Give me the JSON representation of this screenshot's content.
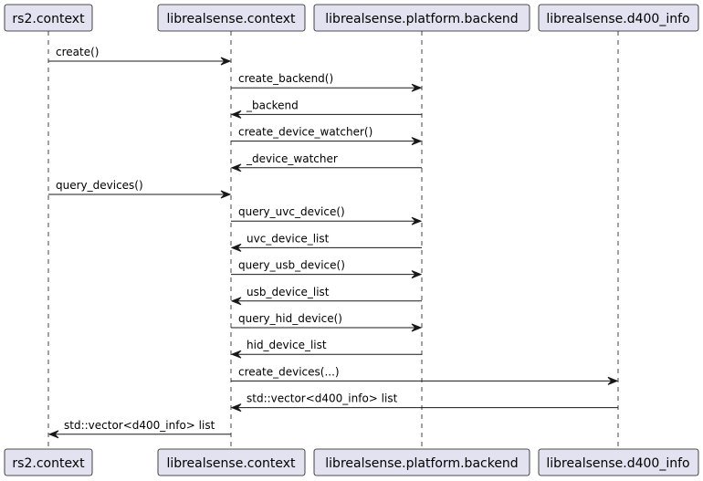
{
  "participants": [
    {
      "id": "rs2",
      "label": "rs2.context"
    },
    {
      "id": "ctx",
      "label": "librealsense.context"
    },
    {
      "id": "backend",
      "label": "librealsense.platform.backend"
    },
    {
      "id": "d400",
      "label": "librealsense.d400_info"
    }
  ],
  "messages": [
    {
      "from": "rs2",
      "to": "ctx",
      "label": "create()"
    },
    {
      "from": "ctx",
      "to": "backend",
      "label": "create_backend()"
    },
    {
      "from": "backend",
      "to": "ctx",
      "label": "_backend"
    },
    {
      "from": "ctx",
      "to": "backend",
      "label": "create_device_watcher()"
    },
    {
      "from": "backend",
      "to": "ctx",
      "label": "_device_watcher"
    },
    {
      "from": "rs2",
      "to": "ctx",
      "label": "query_devices()"
    },
    {
      "from": "ctx",
      "to": "backend",
      "label": "query_uvc_device()"
    },
    {
      "from": "backend",
      "to": "ctx",
      "label": "uvc_device_list"
    },
    {
      "from": "ctx",
      "to": "backend",
      "label": "query_usb_device()"
    },
    {
      "from": "backend",
      "to": "ctx",
      "label": "usb_device_list"
    },
    {
      "from": "ctx",
      "to": "backend",
      "label": "query_hid_device()"
    },
    {
      "from": "backend",
      "to": "ctx",
      "label": "hid_device_list"
    },
    {
      "from": "ctx",
      "to": "d400",
      "label": "create_devices(...)"
    },
    {
      "from": "d400",
      "to": "ctx",
      "label": "std::vector<d400_info> list"
    },
    {
      "from": "ctx",
      "to": "rs2",
      "label": "std::vector<d400_info> list"
    }
  ]
}
